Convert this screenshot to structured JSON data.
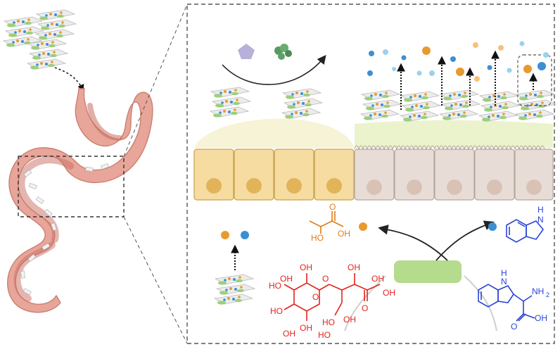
{
  "figure": {
    "colors": {
      "stomach_outer": "#e8a59a",
      "stomach_inner": "#c96e5f",
      "goblet_cell": "#f6dca0",
      "goblet_cell_border": "#c9a14a",
      "epithelial_cell": "#e8ddd6",
      "epithelial_cell_border": "#b7a79c",
      "microvilli_tint": "#e9f2c8",
      "capsule_layer": "#ececec",
      "green_fragment": "#9bd07a",
      "orange_dot": "#e99a2e",
      "blue_dot": "#3b8fd4",
      "light_blue_dot": "#9ad2ec",
      "peach_dot": "#f5c07f",
      "pentagon": "#b7b0d9",
      "green_blob": "#5a9a62",
      "green_box": "#b5db8c",
      "lactose_red": "#e2241b",
      "lactic_orange": "#e07b14",
      "indole_blue": "#2a44d8",
      "arrow_dark": "#222222",
      "dashed_border": "#555555"
    },
    "icons": [
      "stomach-icon",
      "capsule-stack-icon",
      "pentagon-icon",
      "green-blob-icon"
    ],
    "chemistry": {
      "lactose": {
        "labels": [
          "OH",
          "OH",
          "OH",
          "OH",
          "HO",
          "HO",
          "OH",
          "O",
          "O",
          "O",
          "OH",
          "OH",
          "HO",
          "HO",
          "OH"
        ]
      },
      "lactic_acid": {
        "labels": [
          "O",
          "HO",
          "OH"
        ]
      },
      "indole": {
        "labels": [
          "H",
          "N"
        ]
      },
      "tryptophan": {
        "labels": [
          "H",
          "N",
          "NH",
          "2",
          "O",
          "OH"
        ]
      }
    }
  }
}
